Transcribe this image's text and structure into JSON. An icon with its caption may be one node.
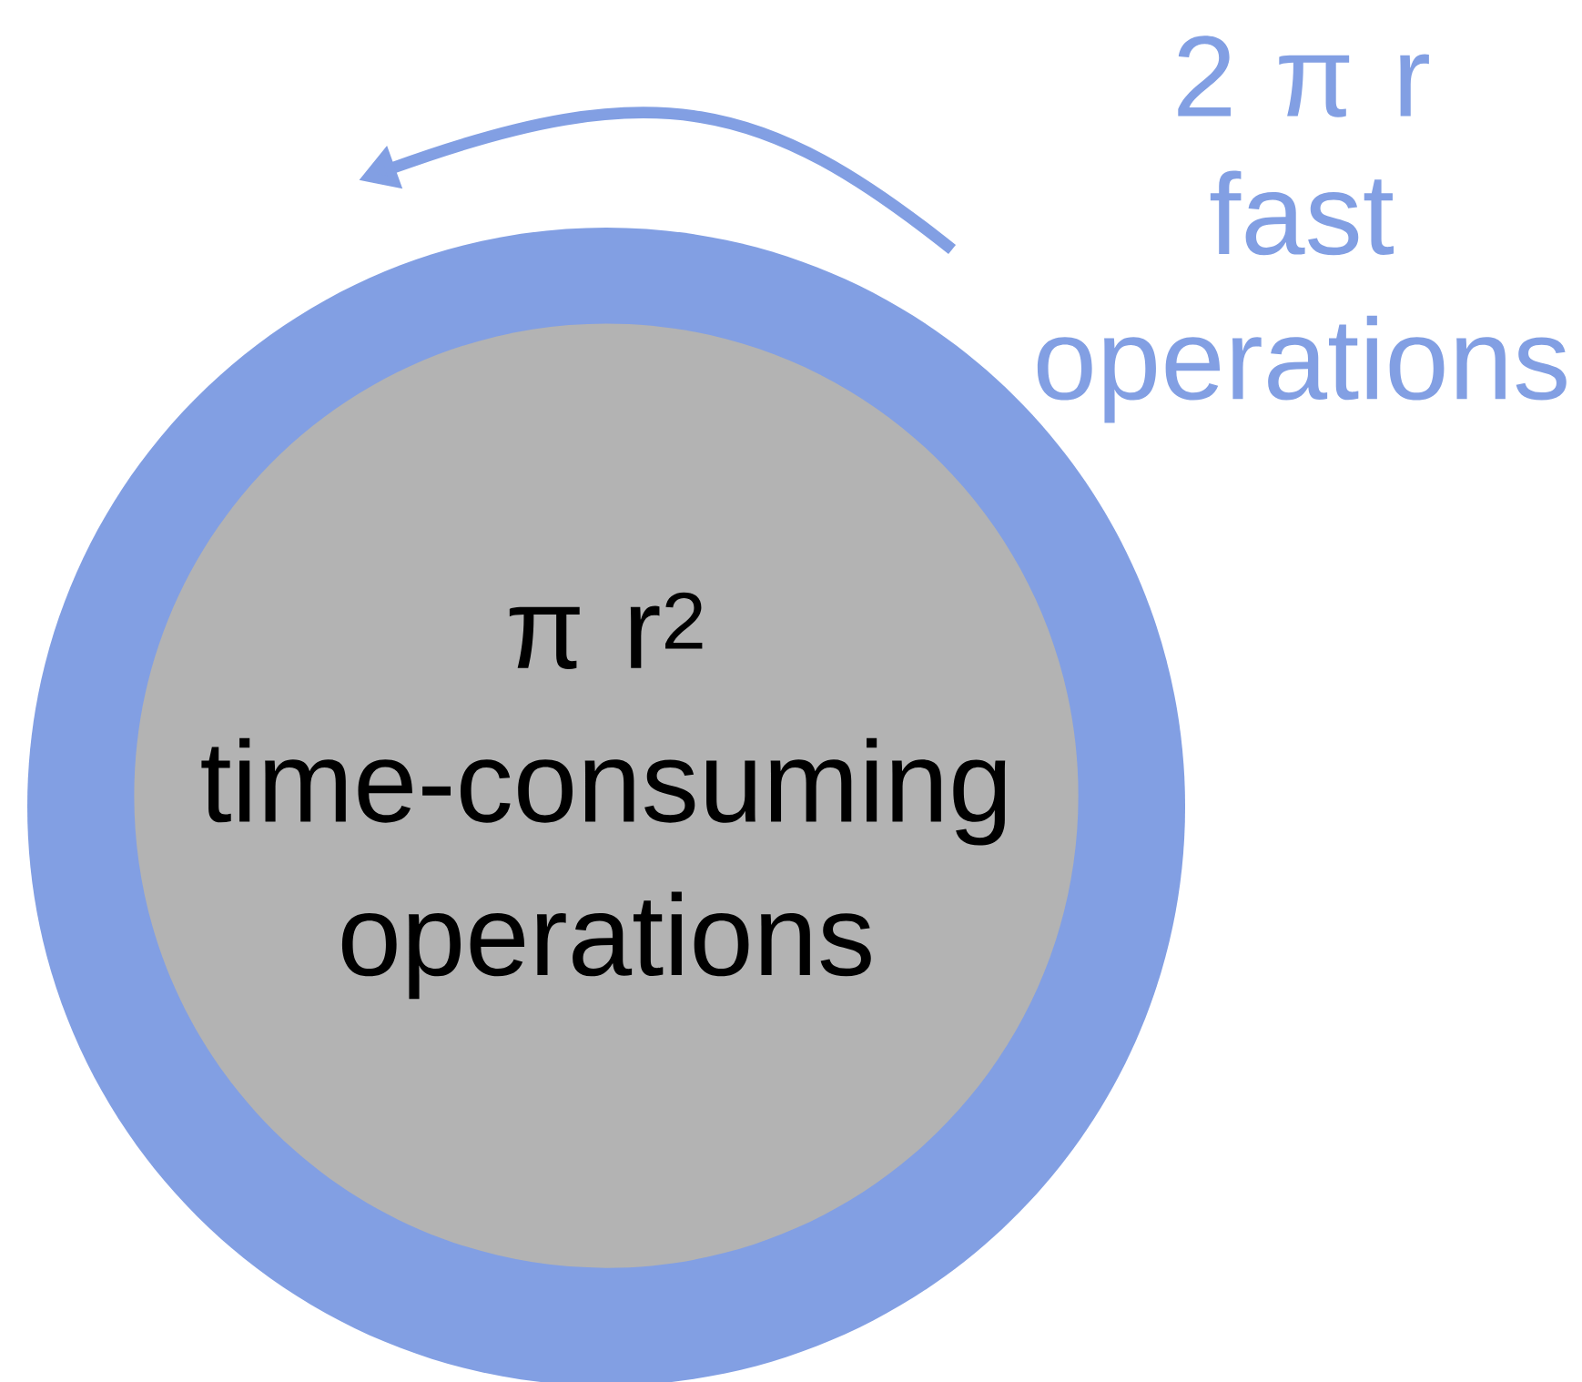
{
  "diagram": {
    "nodes": [
      {
        "text": [],
        "shape": "circle",
        "beside": [
          "2 π r",
          "fast operations"
        ]
      },
      {
        "text": [
          "π r$^{2}$",
          "time-consuming operations"
        ],
        "in": 0
      }
    ]
  }
}
